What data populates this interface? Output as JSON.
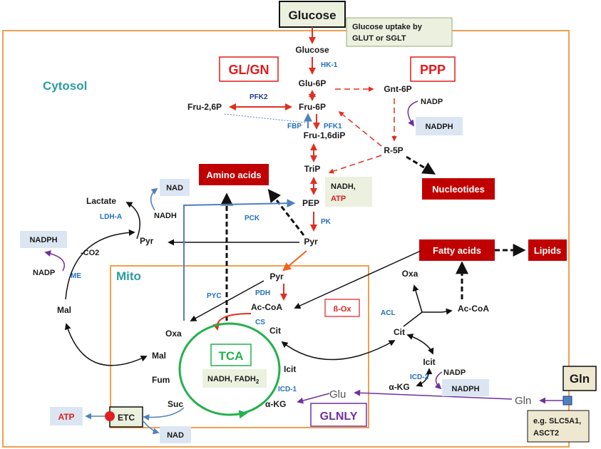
{
  "regions": {
    "cytosol": "Cytosol",
    "mito": "Mito"
  },
  "colors": {
    "cytosol_border": "#f0a050",
    "red_arrow": "#e03020",
    "blue_arrow": "#4f81bd",
    "purple_arrow": "#7030a0",
    "black_arrow": "#111111",
    "tca_green": "#22b14c",
    "box_red": "#c00000",
    "box_grey": "#dce6f2",
    "box_tan": "#ebf1de",
    "enzyme_blue": "#1f6fc0"
  },
  "top": {
    "glucose_box": "Glucose",
    "uptake_note_line1": "Glucose uptake by",
    "uptake_note_line2": "GLUT or SGLT"
  },
  "pathways": {
    "glgn": "GL/GN",
    "ppp": "PPP",
    "tca": "TCA",
    "glnly": "GLNLY"
  },
  "metabolites": {
    "glucose": "Glucose",
    "glu6p": "Glu-6P",
    "fru6p": "Fru-6P",
    "fru26p": "Fru-2,6P",
    "fru16dip": "Fru-1,6diP",
    "trip": "TriP",
    "pep": "PEP",
    "pyr_cyto": "Pyr",
    "pyr_left": "Pyr",
    "lactate": "Lactate",
    "gnt6p": "Gnt-6P",
    "r5p": "R-5P",
    "pyr_mito": "Pyr",
    "accoa_mito": "Ac-CoA",
    "cit_mito": "Cit",
    "icit_mito": "Icit",
    "akg_mito": "α-KG",
    "oxa_mito": "Oxa",
    "mal_mito": "Mal",
    "fum": "Fum",
    "suc": "Suc",
    "mal_cyto": "Mal",
    "glu_mito": "Glu",
    "gln_cyto": "Gln",
    "oxa_cyto": "Oxa",
    "accoa_cyto": "Ac-CoA",
    "cit_cyto": "Cit",
    "icit_cyto": "Icit",
    "akg_cyto": "α-KG"
  },
  "enzymes": {
    "hk1": "HK-1",
    "pfk2": "PFK2",
    "fbp": "FBP",
    "pfk1": "PFK1",
    "pk": "PK",
    "pck": "PCK",
    "ldha": "LDH-A",
    "me": "ME",
    "pyc": "PYC",
    "pdh": "PDH",
    "cs": "CS",
    "icd1": "ICD-1",
    "acl": "ACL",
    "icd2": "ICD-2"
  },
  "cofactors": {
    "nadp_ppp": "NADP",
    "nadph_ppp": "NADPH",
    "nadh_atp_line1": "NADH,",
    "nadh_atp_line2": "ATP",
    "nad_top": "NAD",
    "nadh_ldh": "NADH",
    "nadph_me": "NADPH",
    "nadp_me": "NADP",
    "co2": "-CO2",
    "nadh_fadh2": "NADH, FADH",
    "nadh_fadh2_sub": "2",
    "nadp_icd2": "NADP",
    "nadph_icd2": "NADPH",
    "atp": "ATP",
    "etc": "ETC",
    "nad_bottom": "NAD",
    "box_ox": "ß-Ox"
  },
  "products": {
    "amino_acids": "Amino acids",
    "nucleotides": "Nucleotides",
    "fatty_acids": "Fatty acids",
    "lipids": "Lipids"
  },
  "gln_box": {
    "title": "Gln",
    "transporter_line1": "e.g. SLC5A1,",
    "transporter_line2": "ASCT2"
  }
}
